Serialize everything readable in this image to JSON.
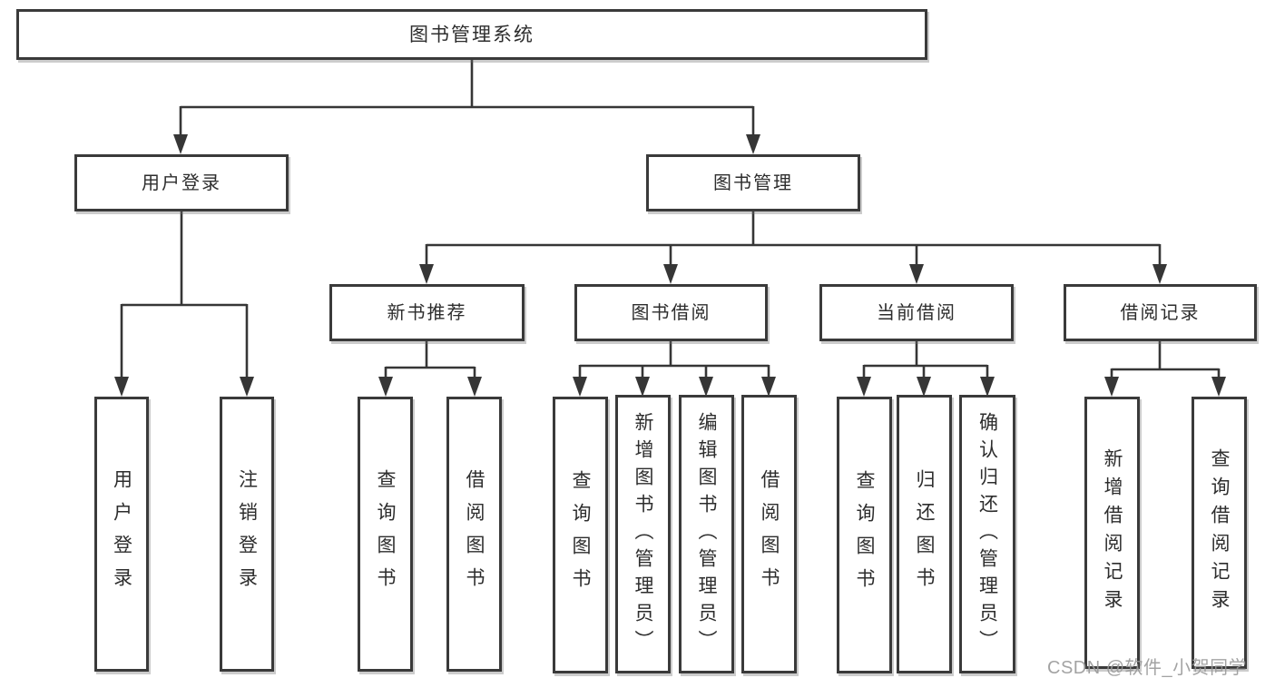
{
  "diagram": {
    "title": "图书管理系统",
    "type": "hierarchy-tree"
  },
  "colors": {
    "line": "#363636",
    "box_border": "#3a3a3a",
    "text": "#2d2d2d",
    "background": "#ffffff",
    "watermark_text": "#9a9a9a"
  },
  "tree": {
    "root": {
      "label": "图书管理系统"
    },
    "branches": [
      {
        "label": "用户登录",
        "children": [
          {
            "label": "用户登录"
          },
          {
            "label": "注销登录"
          }
        ]
      },
      {
        "label": "图书管理",
        "children": [
          {
            "label": "新书推荐",
            "children": [
              {
                "label": "查询图书"
              },
              {
                "label": "借阅图书"
              }
            ]
          },
          {
            "label": "图书借阅",
            "children": [
              {
                "label": "查询图书"
              },
              {
                "label": "新增图书（管理员）"
              },
              {
                "label": "编辑图书（管理员）"
              },
              {
                "label": "借阅图书"
              }
            ]
          },
          {
            "label": "当前借阅",
            "children": [
              {
                "label": "查询图书"
              },
              {
                "label": "归还图书"
              },
              {
                "label": "确认归还（管理员）"
              }
            ]
          },
          {
            "label": "借阅记录",
            "children": [
              {
                "label": "新增借阅记录"
              },
              {
                "label": "查询借阅记录"
              }
            ]
          }
        ]
      }
    ]
  },
  "watermark": "CSDN @软件_小贺同学"
}
